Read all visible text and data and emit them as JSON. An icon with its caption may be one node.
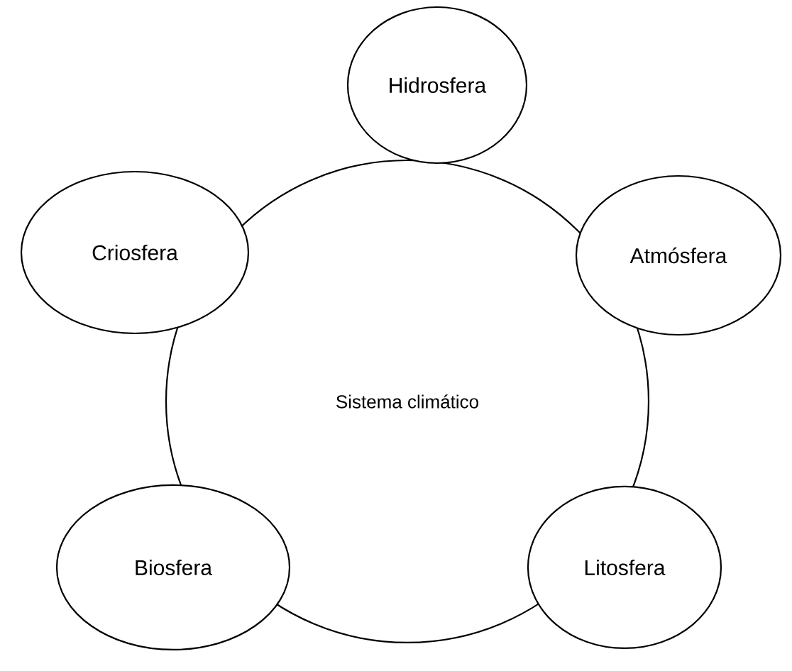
{
  "diagram": {
    "nodes": [
      {
        "text": [
          "Sistema climático"
        ]
      },
      {
        "text": [
          "Hidrosfera"
        ]
      },
      {
        "text": [
          "Criosfera"
        ]
      },
      {
        "text": [
          "Atmósfera"
        ]
      },
      {
        "text": [
          "Biosfera"
        ]
      },
      {
        "text": [
          "Litosfera"
        ]
      }
    ]
  }
}
